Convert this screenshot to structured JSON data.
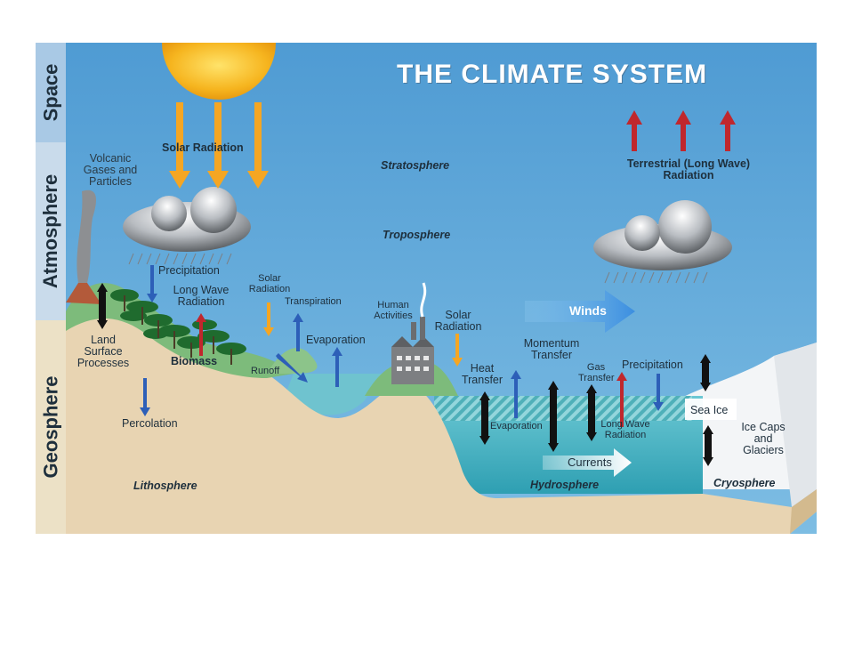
{
  "title": "THE CLIMATE SYSTEM",
  "spheres": {
    "space": "Space",
    "atmosphere": "Atmosphere",
    "geosphere": "Geosphere"
  },
  "labels": {
    "solar_radiation_top": "Solar Radiation",
    "volcanic": "Volcanic Gases and Particles",
    "stratosphere": "Stratosphere",
    "troposphere": "Troposphere",
    "terrestrial": "Terrestrial (Long Wave) Radiation",
    "precipitation_left": "Precipitation",
    "long_wave_left": "Long Wave Radiation",
    "solar_radiation_mid": "Solar Radiation",
    "transpiration": "Transpiration",
    "evaporation_lake": "Evaporation",
    "land_surface": "Land Surface Processes",
    "biomass": "Biomass",
    "runoff": "Runoff",
    "percolation": "Percolation",
    "lithosphere": "Lithosphere",
    "human_activities": "Human Activities",
    "solar_radiation_right": "Solar Radiation",
    "heat_transfer": "Heat Transfer",
    "momentum_transfer": "Momentum Transfer",
    "gas_transfer": "Gas Transfer",
    "precipitation_right": "Precipitation",
    "evaporation_ocean": "Evaporation",
    "long_wave_ocean": "Long Wave Radiation",
    "winds": "Winds",
    "currents": "Currents",
    "sea_ice": "Sea Ice",
    "ice_caps": "Ice Caps and Glaciers",
    "hydrosphere": "Hydrosphere",
    "cryosphere": "Cryosphere"
  },
  "colors": {
    "sky": "#5aa3d6",
    "space_band": "#a9c9e5",
    "atmosphere_band": "#c9dbeb",
    "geosphere_band": "#ece1c6",
    "land": "#e9d5b3",
    "grass": "#7dbb7b",
    "water": "#47b3c3",
    "sun": "#f6b51f",
    "solar_arrow": "#f5a623",
    "red_arrow": "#c0272d",
    "blue_arrow": "#2d5fb8",
    "black_arrow": "#111111"
  }
}
